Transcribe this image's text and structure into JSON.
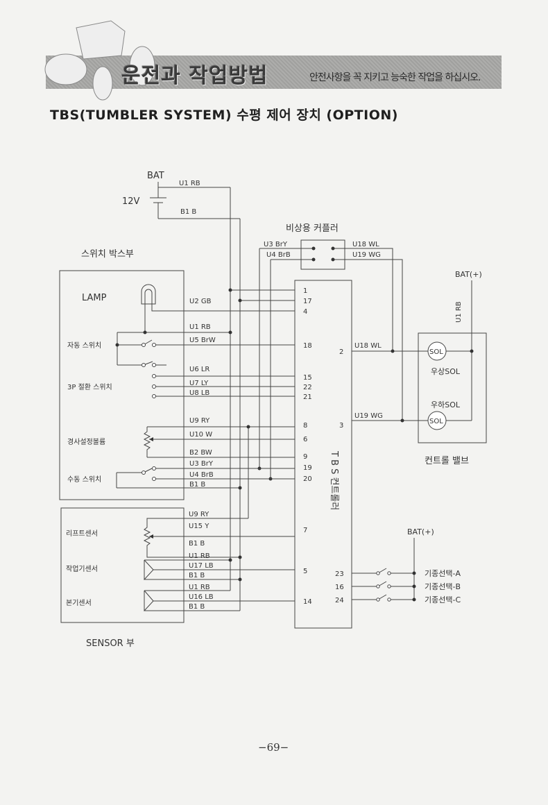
{
  "header": {
    "section_title": "운전과 작업방법",
    "slogan": "안전사항을 꼭 지키고 능숙한 작업을 하십시오."
  },
  "heading": "TBS(TUMBLER SYSTEM) 수평 제어 장치 (OPTION)",
  "diagram": {
    "battery": {
      "label": "BAT",
      "voltage": "12V",
      "pos_wire": "U1 RB",
      "neg_wire": "B1 B"
    },
    "coupler": {
      "title": "비상용 커플러",
      "left": [
        "U3 BrY",
        "U4 BrB"
      ],
      "right": [
        "U18 WL",
        "U19 WG"
      ]
    },
    "switch_box": {
      "title": "스위치 박스부",
      "lamp": "LAMP",
      "auto_switch": "자동 스위치",
      "mode_switch": "3P 절환 스위치",
      "tilt_knob": "경사설정볼륨",
      "manual_switch": "수동 스위치",
      "wires": [
        "U2 GB",
        "U1 RB",
        "U5 BrW",
        "U6 LR",
        "U7 LY",
        "U8 LB",
        "U9 RY",
        "U10 W",
        "B2 BW",
        "U3 BrY",
        "U4 BrB",
        "B1 B"
      ]
    },
    "sensor_box": {
      "title": "SENSOR 부",
      "lift": "리프트센서",
      "implement": "작업기센서",
      "body": "본기센서",
      "wires": [
        "U9 RY",
        "U15 Y",
        "B1 B",
        "U1 RB",
        "U17 LB",
        "B1 B",
        "U1 RB",
        "U16 LB",
        "B1 B"
      ]
    },
    "controller": {
      "label": "T B S 컨트롤러",
      "left_pins": [
        "1",
        "17",
        "4",
        "18",
        "15",
        "22",
        "21",
        "8",
        "6",
        "9",
        "19",
        "20",
        "7",
        "5",
        "14"
      ],
      "right_pins": [
        "2",
        "3",
        "23",
        "16",
        "24"
      ]
    },
    "valve": {
      "title": "컨트롤 밸브",
      "bat": "BAT(+)",
      "wire": "U1 RB",
      "sol_up": "우상SOL",
      "sol_down": "우하SOL",
      "sol": "SOL",
      "wire_up": "U18 WL",
      "wire_down": "U19 WG"
    },
    "model_select": {
      "bat": "BAT(+)",
      "options": [
        "기종선택-A",
        "기종선택-B",
        "기종선택-C"
      ]
    }
  },
  "page_number": "−69−"
}
